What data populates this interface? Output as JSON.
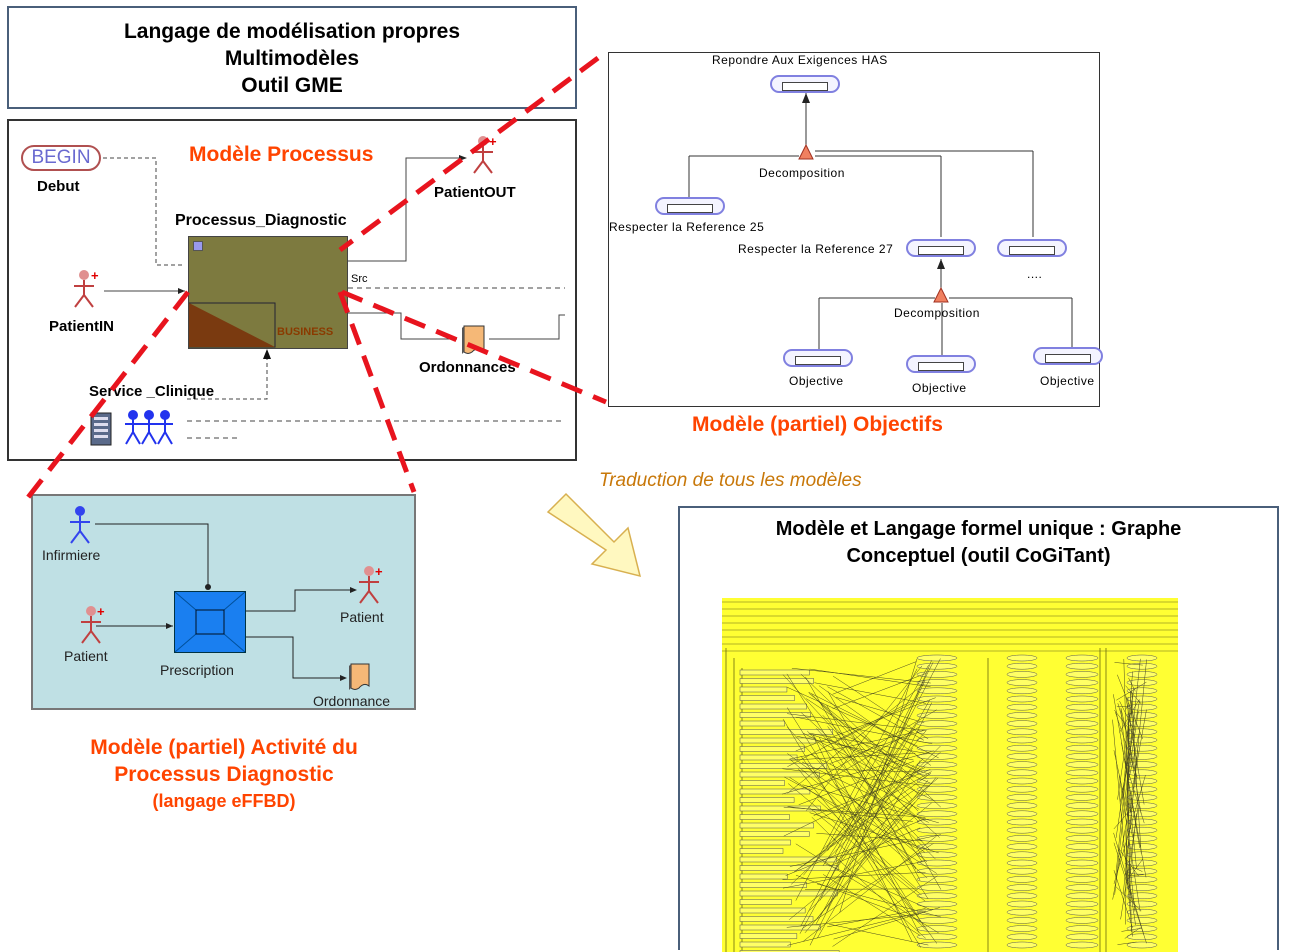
{
  "title_box": {
    "line1": "Langage de modélisation propres",
    "line2": "Multimodèles",
    "line3": "Outil GME"
  },
  "process_model": {
    "label": "Modèle Processus",
    "begin_label": "BEGIN",
    "debut": "Debut",
    "process_name": "Processus_Diagnostic",
    "business": "BUSINESS",
    "patient_in": "PatientIN",
    "patient_out": "PatientOUT",
    "src": "Src",
    "ordonnances": "Ordonnances",
    "service": "Service _Clinique"
  },
  "objectives_model": {
    "top": "Repondre Aux Exigences HAS",
    "decomp1": "Decomposition",
    "ref25": "Respecter la Reference 25",
    "ref27": "Respecter la Reference 27",
    "dots": "....",
    "decomp2": "Decomposition",
    "objective1": "Objective",
    "objective2": "Objective",
    "objective3": "Objective",
    "caption": "Modèle (partiel)  Objectifs"
  },
  "activity_model": {
    "infirmiere": "Infirmiere",
    "patient_in": "Patient",
    "prescription": "Prescription",
    "patient_out": "Patient",
    "ordonnance": "Ordonnance",
    "caption1": "Modèle (partiel) Activité du",
    "caption2": "Processus Diagnostic",
    "caption3": "(langage eFFBD)"
  },
  "translation_label": "Traduction de tous les modèles",
  "formal_model": {
    "title1": "Modèle et Langage formel unique : Graphe",
    "title2": "Conceptuel (outil CoGiTant)"
  },
  "colors": {
    "accent_orange": "#ff4400",
    "translation_text": "#c8780a",
    "dashed_red": "#e8141e",
    "process_box": "#7d7a3f",
    "activity_bg": "#bfe0e4",
    "conceptual_bg": "#ffff33"
  }
}
